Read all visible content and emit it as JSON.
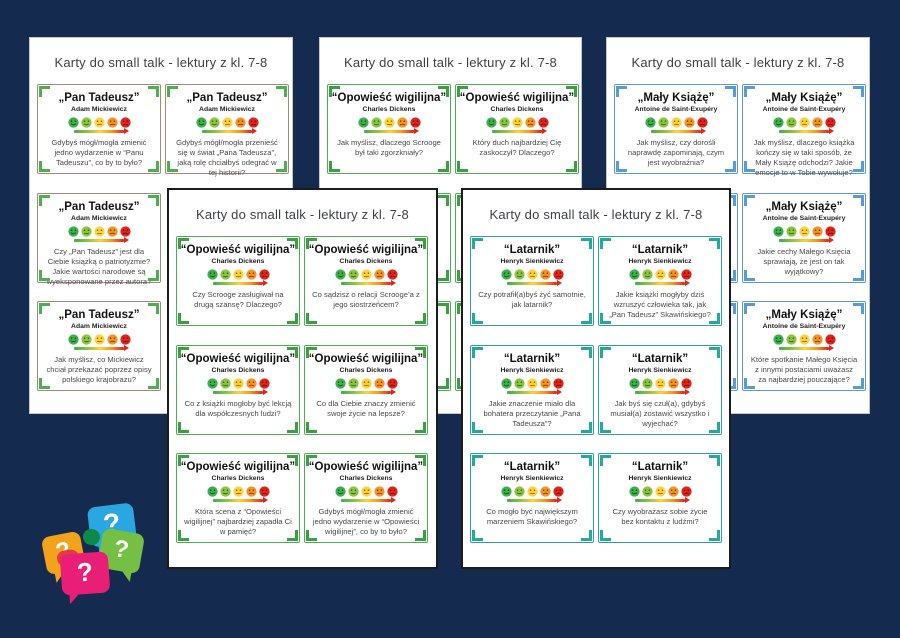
{
  "app": {
    "background_color": "#142a4e"
  },
  "page_title": "Karty do small talk - lektury z kl. 7-8",
  "books": {
    "pan_tadeusz": {
      "title": "„Pan Tadeusz”",
      "author": "Adam Mickiewicz",
      "frame": "#a5897a",
      "accent": "#4caf50"
    },
    "opowiesc": {
      "title": "“Opowieść wigilijna”",
      "author": "Charles Dickens",
      "frame": "#4caf50",
      "accent": "#3d9e44"
    },
    "latarnik": {
      "title": "“Latarnik”",
      "author": "Henryk Sienkiewicz",
      "frame": "#2aa79b",
      "accent": "#2aa79b"
    },
    "maly_ksiaze": {
      "title": "„Mały Książę”",
      "author": "Antoine de Saint-Exupéry",
      "frame": "#5b9bd5",
      "accent": "#5b9bd5"
    }
  },
  "emoji_scale": {
    "moods": [
      "happy",
      "smile",
      "neutral",
      "frown",
      "sad"
    ],
    "colors": [
      "#3faf4b",
      "#8cc63f",
      "#ffd23b",
      "#f7941e",
      "#e2231a"
    ],
    "gradient_bar_colors": [
      "#3faf4b",
      "#ffd23b",
      "#e2231a"
    ]
  },
  "pages": [
    {
      "name": "back-left",
      "book": "pan_tadeusz",
      "cards": [
        {
          "row": 0,
          "col": 0,
          "question": "Gdybyś mógł/mogła zmienić jedno wydarzenie w “Panu Tadeuszu”, co by to było?"
        },
        {
          "row": 0,
          "col": 1,
          "question": "Gdybyś mógł/mogła przenieść się w świat „Pana Tadeusza”, jaką rolę chciałbyś odegrać w tej historii?"
        },
        {
          "row": 1,
          "col": 0,
          "question": "Czy „Pan Tadeusz” jest dla Ciebie książką o patriotyzmie? Jakie wartości narodowe są wyeksponowane przez autora?"
        },
        {
          "row": 2,
          "col": 0,
          "question": "Jak myślisz, co Mickiewicz chciał przekazać poprzez opisy polskiego krajobrazu?"
        }
      ]
    },
    {
      "name": "back-middle",
      "book": "opowiesc",
      "cards": [
        {
          "row": 0,
          "col": 0,
          "question": "Jak myślisz, dlaczego Scrooge był taki zgorzkniały?"
        },
        {
          "row": 0,
          "col": 1,
          "question": "Który duch najbardziej Cię zaskoczył? Dlaczego?"
        },
        {
          "row": 1,
          "col": 0,
          "partial": true
        },
        {
          "row": 1,
          "col": 1,
          "partial": true
        },
        {
          "row": 2,
          "col": 0,
          "partial": true
        },
        {
          "row": 2,
          "col": 1,
          "partial": true
        }
      ]
    },
    {
      "name": "back-right",
      "book": "maly_ksiaze",
      "cards": [
        {
          "row": 0,
          "col": 0,
          "question": "Jak myślisz, czy dorośli naprawdę zapominają, czym jest wyobraźnia?"
        },
        {
          "row": 0,
          "col": 1,
          "question": "Jak myślisz, dlaczego książka kończy się w taki sposób, że Mały Książę odchodzi? Jakie emocje to w Tobie wywołuje?"
        },
        {
          "row": 1,
          "col": 0,
          "partial": true
        },
        {
          "row": 1,
          "col": 1,
          "question": "Jakie cechy Małego Księcia sprawiają, że jest on tak wyjątkowy?"
        },
        {
          "row": 2,
          "col": 0,
          "partial": true
        },
        {
          "row": 2,
          "col": 1,
          "question": "Które spotkanie Małego Księcia z innymi postaciami uważasz za najbardziej pouczające?"
        }
      ]
    },
    {
      "name": "front-left",
      "book": "opowiesc",
      "cards": [
        {
          "row": 0,
          "col": 0,
          "question": "Czy Scrooge zasługiwał na drugą szansę? Dlaczego?"
        },
        {
          "row": 0,
          "col": 1,
          "question": "Co sądzisz o relacji Scrooge’a z jego siostrzeńcem?"
        },
        {
          "row": 1,
          "col": 0,
          "question": "Co z książki mogłoby być lekcją dla współczesnych ludzi?"
        },
        {
          "row": 1,
          "col": 1,
          "question": "Co dla Ciebie znaczy zmienić swoje życie na lepsze?"
        },
        {
          "row": 2,
          "col": 0,
          "question": "Która scena z “Opowieści wigilijnej” najbardziej zapadła Ci w pamięć?"
        },
        {
          "row": 2,
          "col": 1,
          "question": "Gdybyś mógł/mogła zmienić jedno wydarzenie w “Opowieści wigilijnej”, co by to było?"
        }
      ]
    },
    {
      "name": "front-right",
      "book": "latarnik",
      "cards": [
        {
          "row": 0,
          "col": 0,
          "question": "Czy potrafił(a)byś żyć samotnie, jak latarnik?"
        },
        {
          "row": 0,
          "col": 1,
          "question": "Jakie książki mogłyby dziś wzruszyć człowieka tak, jak „Pan Tadeusz” Skawińskiego?"
        },
        {
          "row": 1,
          "col": 0,
          "question": "Jakie znaczenie miało dla bohatera przeczytanie „Pana Tadeusza”?"
        },
        {
          "row": 1,
          "col": 1,
          "question": "Jak byś się czuł(a), gdybyś musiał(a) zostawić wszystko i wyjechać?"
        },
        {
          "row": 2,
          "col": 0,
          "question": "Co mogło być największym marzeniem Skawińskiego?"
        },
        {
          "row": 2,
          "col": 1,
          "question": "Czy wyobrażasz sobie życie bez kontaktu z ludźmi?"
        }
      ]
    }
  ],
  "logo": {
    "question_mark": "?",
    "bubbles": [
      {
        "id": "blue",
        "color": "#2aa7e0",
        "has_question_mark": true
      },
      {
        "id": "dark-green",
        "color": "#0d8a4a",
        "has_question_mark": false
      },
      {
        "id": "yellow",
        "color": "#f2a31b",
        "has_question_mark": true
      },
      {
        "id": "green",
        "color": "#74bf44",
        "has_question_mark": true
      },
      {
        "id": "red",
        "color": "#e23b40",
        "has_question_mark": false
      },
      {
        "id": "pink",
        "color": "#e91e77",
        "has_question_mark": true
      }
    ]
  }
}
